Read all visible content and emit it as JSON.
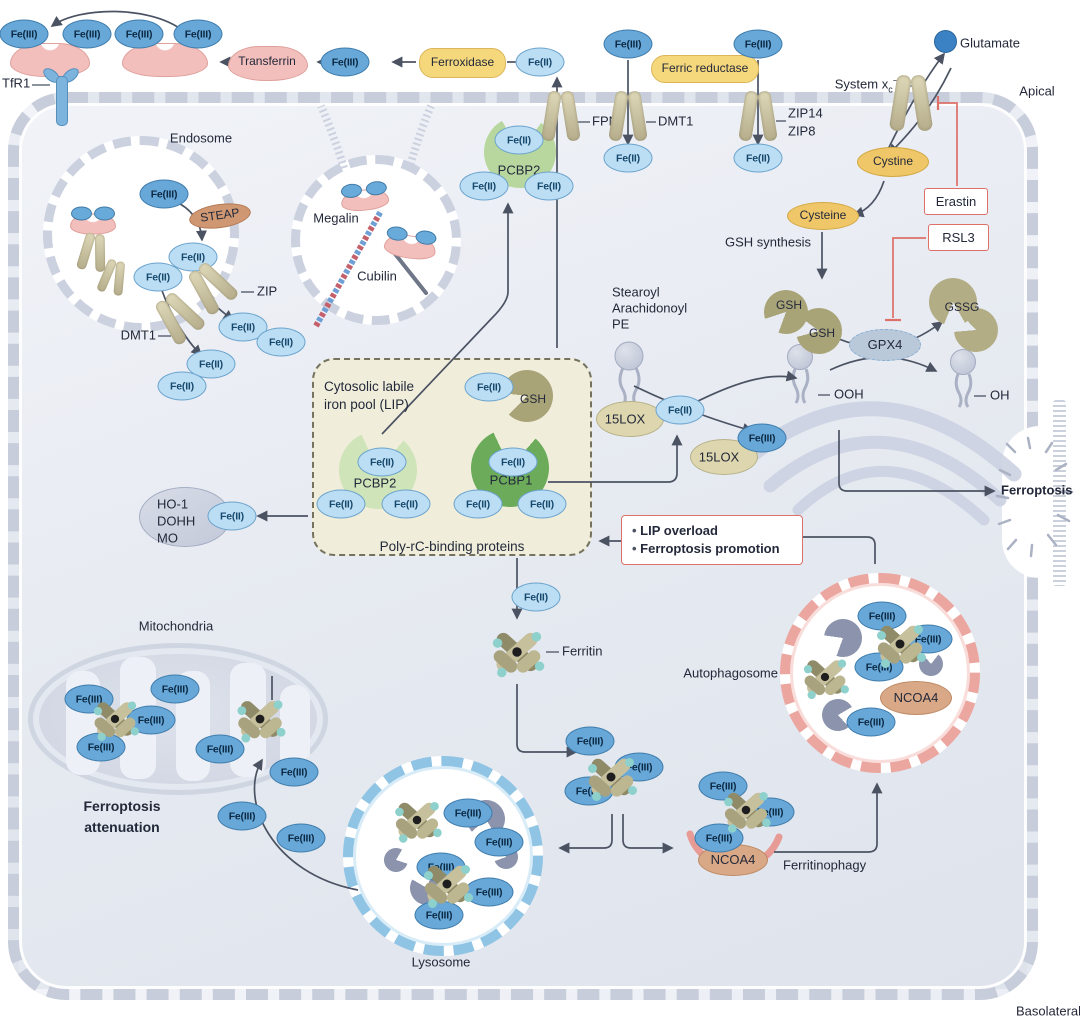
{
  "labels": {
    "fe3": "Fe(III)",
    "fe2": "Fe(II)",
    "tfr1": "TfR1",
    "transferrin": "Transferrin",
    "ferroxidase": "Ferroxidase",
    "fpn": "FPN",
    "ferric_reductase": "Ferric reductase",
    "dmt1": "DMT1",
    "zip14": "ZIP14",
    "zip8": "ZIP8",
    "system_xc": "System x",
    "system_xc_sub": "c",
    "system_xc_sup": "−",
    "glutamate": "Glutamate",
    "apical": "Apical",
    "cystine": "Cystine",
    "cysteine": "Cysteine",
    "erastin": "Erastin",
    "rsl3": "RSL3",
    "gsh_synthesis": "GSH synthesis",
    "gsh": "GSH",
    "gpx4": "GPX4",
    "gssg": "GSSG",
    "ooh": "OOH",
    "oh": "OH",
    "ferroptosis": "Ferroptosis",
    "endosome": "Endosome",
    "steap": "STEAP",
    "zip": "ZIP",
    "dmt1_endo": "DMT1",
    "megalin": "Megalin",
    "cubilin": "Cubilin",
    "pcbp2": "PCBP2",
    "pcbp1": "PCBP1",
    "lip_title_1": "Cytosolic labile",
    "lip_title_2": "iron pool (LIP)",
    "poly_rc": "Poly-rC-binding proteins",
    "ho1": "HO-1",
    "dohh": "DOHH",
    "mo": "MO",
    "stearoyl_1": "Stearoyl",
    "stearoyl_2": "Arachidonoyl",
    "stearoyl_3": "PE",
    "lox15": "15LOX",
    "lip_overload": "LIP overload",
    "ferroptosis_promotion": "Ferroptosis promotion",
    "ferritin": "Ferritin",
    "autophagosome": "Autophagosome",
    "ncoa4": "NCOA4",
    "ferritinophagy": "Ferritinophagy",
    "mitochondria": "Mitochondria",
    "ferroptosis_attenuation_1": "Ferroptosis",
    "ferroptosis_attenuation_2": "attenuation",
    "lysosome": "Lysosome",
    "basolateral": "Basolateral"
  },
  "colors": {
    "fe3_fill": "#67a8d9",
    "fe2_fill": "#bcdef5",
    "enzyme_yellow": "#f5d77c",
    "inhibitor_red": "#dd7068",
    "cystine_orange": "#efc668",
    "ncoa4_brown": "#d9a886",
    "steap_brown": "#cf9873",
    "pcbp1_green": "#6cab5a",
    "pcbp2_green": "#b8d79e",
    "gsh_olive": "#a9a478",
    "membrane_grey": "#c7cdda",
    "autophagosome_pink": "#eba6a0",
    "lysosome_blue": "#8fc4e4",
    "transferrin_pink": "#f2bfbc",
    "arrow_dark": "#4b5363"
  }
}
